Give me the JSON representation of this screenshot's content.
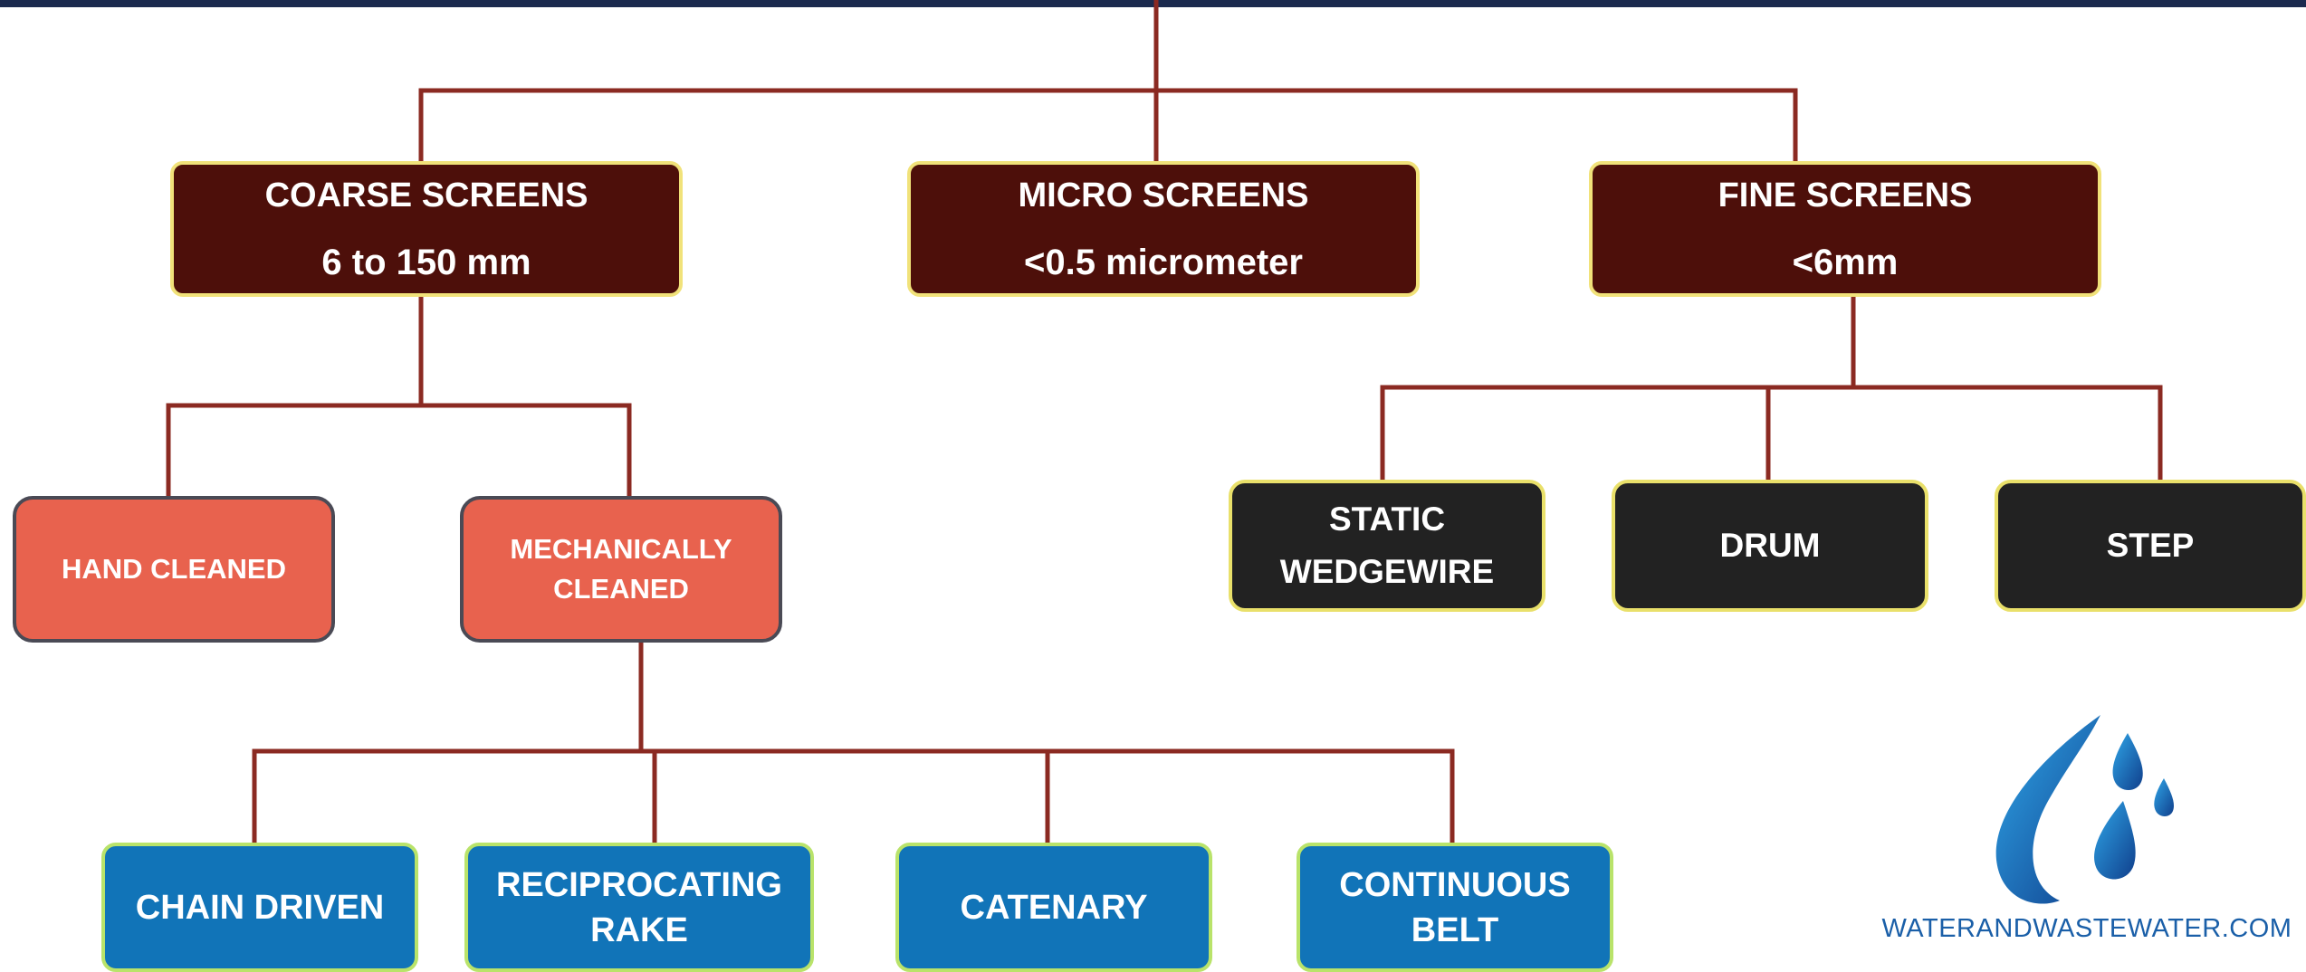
{
  "level1": [
    {
      "title": "COARSE SCREENS",
      "size": "6 to 150 mm"
    },
    {
      "title": "MICRO SCREENS",
      "size": "<0.5 micrometer"
    },
    {
      "title": "FINE SCREENS",
      "size": "<6mm"
    }
  ],
  "coarse_children": [
    {
      "lines": [
        "HAND CLEANED"
      ]
    },
    {
      "lines": [
        "MECHANICALLY",
        "CLEANED"
      ]
    }
  ],
  "fine_children": [
    {
      "lines": [
        "STATIC",
        "WEDGEWIRE"
      ]
    },
    {
      "lines": [
        "DRUM"
      ]
    },
    {
      "lines": [
        "STEP"
      ]
    }
  ],
  "mechanical_children": [
    {
      "lines": [
        "CHAIN DRIVEN"
      ]
    },
    {
      "lines": [
        "RECIPROCATING",
        "RAKE"
      ]
    },
    {
      "lines": [
        "CATENARY"
      ]
    },
    {
      "lines": [
        "CONTINUOUS",
        "BELT"
      ]
    }
  ],
  "logo": {
    "text": "WATERANDWASTEWATER.COM"
  },
  "colors": {
    "connector": "#8b2a22",
    "level1_fill": "#4d0f0a",
    "manual_fill": "#e8624e",
    "fine_fill": "#222222",
    "mechanical_fill": "#1174b8",
    "logo_blue": "#1a5fa8"
  }
}
